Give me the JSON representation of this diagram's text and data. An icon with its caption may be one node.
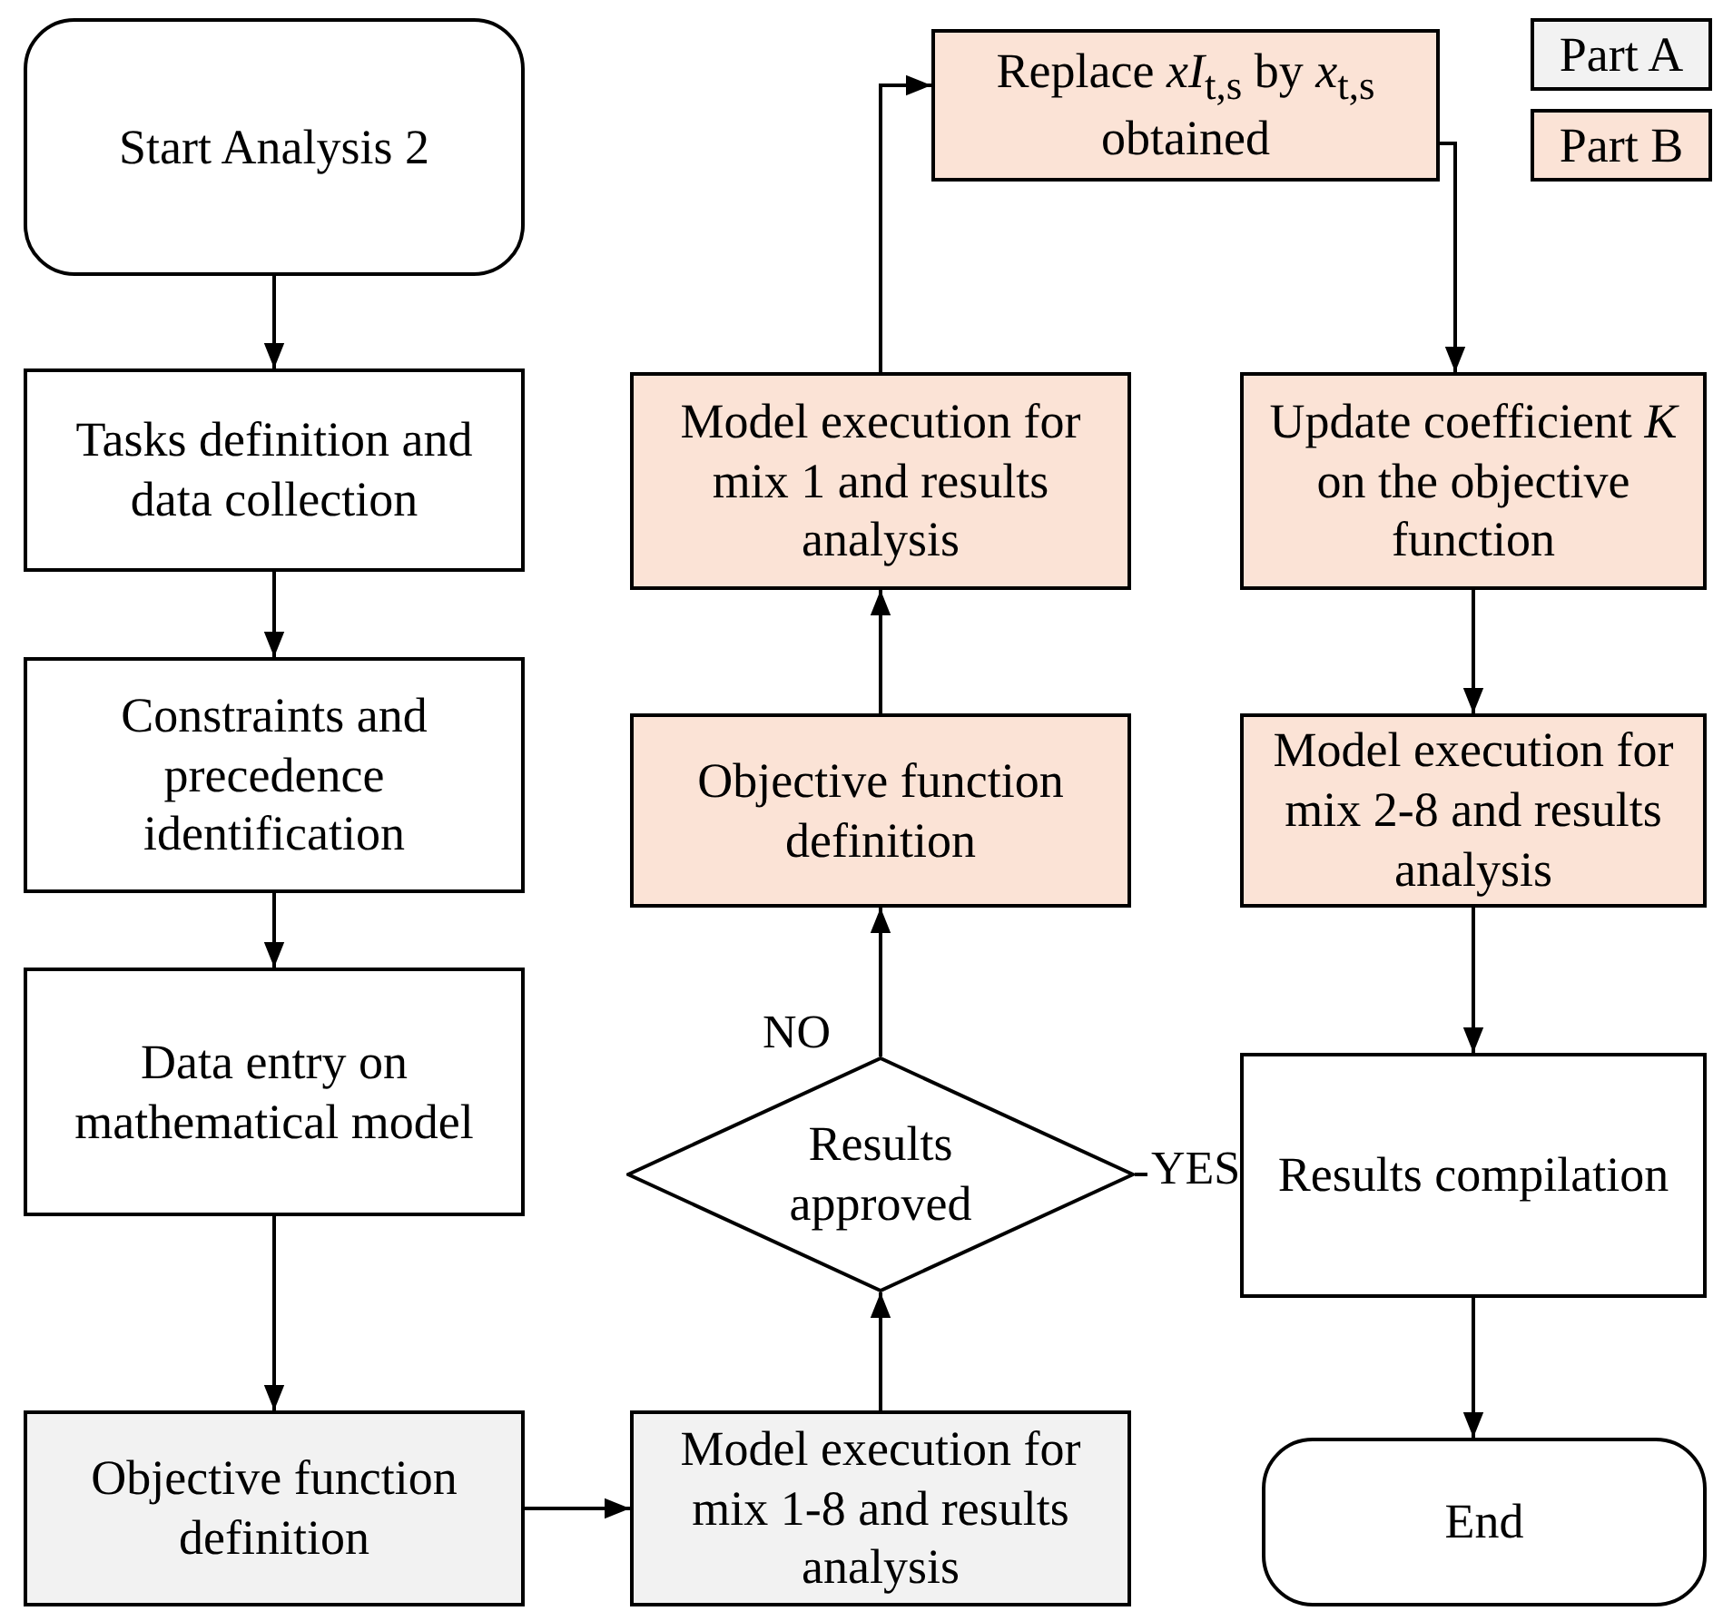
{
  "diagram": {
    "nodes": [
      {
        "text": [
          "Start Analysis 2"
        ]
      },
      {
        "text": [
          "Tasks definition and data collection"
        ]
      },
      {
        "text": [
          "Constraints and precedence identification"
        ]
      },
      {
        "text": [
          "Data entry on mathematical model"
        ]
      },
      {
        "text": [
          "Objective function definition"
        ]
      },
      {
        "text": [
          "Model execution for mix 1-8 and results analysis"
        ]
      },
      {
        "text": [
          "Results approved"
        ]
      },
      {
        "text": [
          "Objective function definition"
        ]
      },
      {
        "text": [
          "Model execution for mix 1 and results analysis"
        ]
      },
      {
        "text": [
          "Replace *xI*$_{t,s}$ by *x*$_{t,s}$ obtained"
        ]
      },
      {
        "text": [
          "Update coefficient *K* on the objective function"
        ]
      },
      {
        "text": [
          "Model execution for mix 2-8 and results analysis"
        ]
      },
      {
        "text": [
          "Results compilation"
        ]
      },
      {
        "text": [
          "End"
        ]
      }
    ],
    "edges": [
      {
        "from": 0,
        "to": 1,
        "arrow": "to"
      },
      {
        "from": 1,
        "to": 2,
        "arrow": "to"
      },
      {
        "from": 2,
        "to": 3,
        "arrow": "to"
      },
      {
        "from": 3,
        "to": 4,
        "arrow": "to"
      },
      {
        "from": 4,
        "to": 5,
        "arrow": "to"
      },
      {
        "from": 5,
        "to": 6,
        "arrow": "to"
      },
      {
        "from": 6,
        "to": 7,
        "arrow": "to",
        "label": "NO"
      },
      {
        "from": 7,
        "to": 8,
        "arrow": "to"
      },
      {
        "from": 8,
        "to": 9,
        "arrow": "to"
      },
      {
        "from": 9,
        "to": 10,
        "arrow": "to"
      },
      {
        "from": 10,
        "to": 11,
        "arrow": "to"
      },
      {
        "from": 11,
        "to": 12,
        "arrow": "to"
      },
      {
        "from": 6,
        "to": 12,
        "arrow": "to",
        "label": "YES"
      },
      {
        "from": 12,
        "to": 13,
        "arrow": "to"
      }
    ],
    "legend": [
      {
        "text": "Part A",
        "color": "#f2f2f2"
      },
      {
        "text": "Part B",
        "color": "#fbe3d6"
      }
    ]
  }
}
